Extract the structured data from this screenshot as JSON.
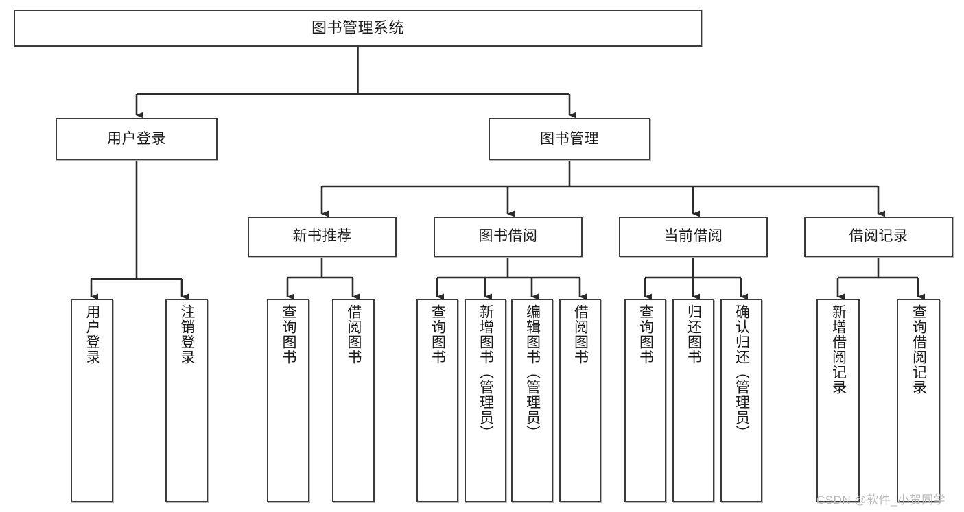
{
  "diagram": {
    "title": "图书管理系统",
    "type": "tree",
    "watermark": "CSDN @软件_小贺同学",
    "colors": {
      "box_border": "#3b3b3b",
      "box_fill": "#ffffff",
      "edge": "#2b2b2b",
      "text": "#1a1a1a",
      "watermark": "#b9b9b9",
      "background": "#ffffff"
    },
    "nodes": {
      "root": {
        "label": "图书管理系统"
      },
      "level1": [
        {
          "id": "user-login",
          "label": "用户登录"
        },
        {
          "id": "book-manage",
          "label": "图书管理"
        }
      ],
      "level2": [
        {
          "id": "new-book-rec",
          "label": "新书推荐"
        },
        {
          "id": "book-borrow",
          "label": "图书借阅"
        },
        {
          "id": "current-borrow",
          "label": "当前借阅"
        },
        {
          "id": "borrow-record",
          "label": "借阅记录"
        }
      ],
      "leaves": {
        "user-login": [
          {
            "id": "leaf-user-login",
            "label": "用户登录"
          },
          {
            "id": "leaf-logout",
            "label": "注销登录"
          }
        ],
        "new-book-rec": [
          {
            "id": "leaf-query-book-1",
            "label": "查询图书"
          },
          {
            "id": "leaf-borrow-book-1",
            "label": "借阅图书"
          }
        ],
        "book-borrow": [
          {
            "id": "leaf-query-book-2",
            "label": "查询图书"
          },
          {
            "id": "leaf-add-book",
            "label": "新增图书（管理员）"
          },
          {
            "id": "leaf-edit-book",
            "label": "编辑图书（管理员）"
          },
          {
            "id": "leaf-borrow-book-2",
            "label": "借阅图书"
          }
        ],
        "current-borrow": [
          {
            "id": "leaf-query-book-3",
            "label": "查询图书"
          },
          {
            "id": "leaf-return-book",
            "label": "归还图书"
          },
          {
            "id": "leaf-confirm-return",
            "label": "确认归还（管理员）"
          }
        ],
        "borrow-record": [
          {
            "id": "leaf-add-record",
            "label": "新增借阅记录"
          },
          {
            "id": "leaf-query-record",
            "label": "查询借阅记录"
          }
        ]
      }
    }
  }
}
